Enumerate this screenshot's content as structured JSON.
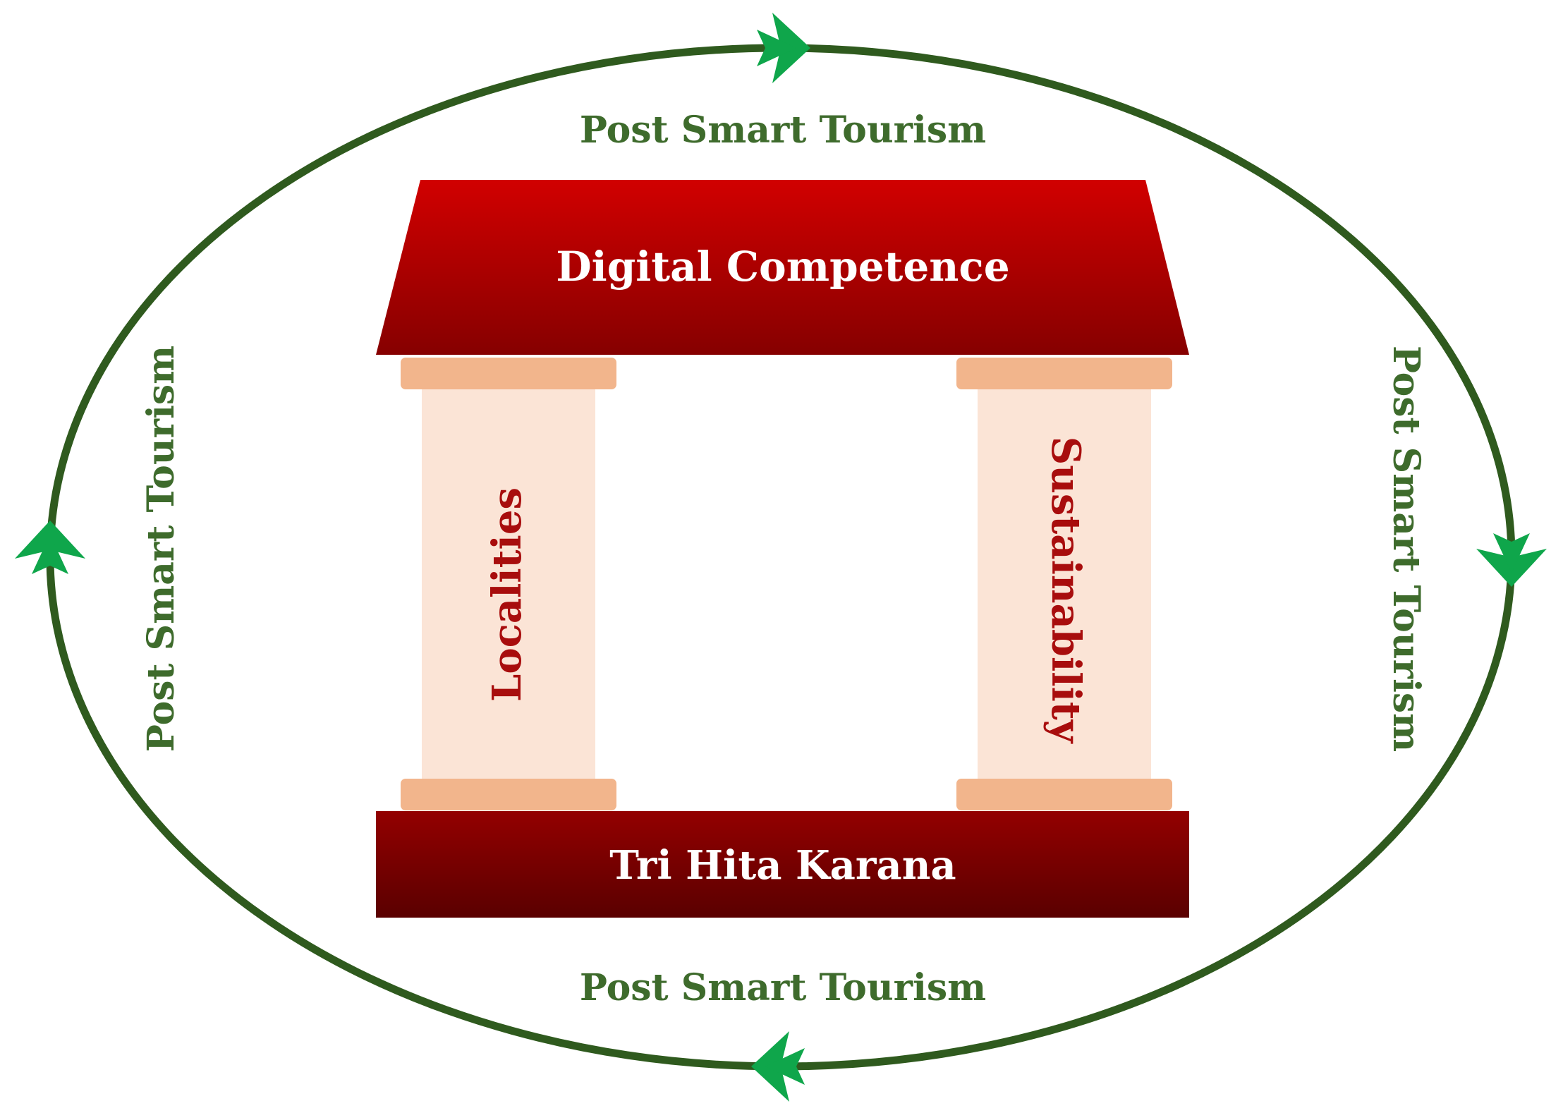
{
  "diagram": {
    "ring_labels": {
      "top": "Post Smart Tourism",
      "right": "Post Smart Tourism",
      "bottom": "Post Smart Tourism",
      "left": "Post Smart Tourism"
    },
    "roof_label": "Digital Competence",
    "left_pillar_label": "Localities",
    "right_pillar_label": "Sustainability",
    "base_label": "Tri Hita Karana",
    "colors": {
      "ring_stroke": "#2f5a1e",
      "ring_arrow": "#0fa64b",
      "ring_text": "#3e6b2c",
      "roof_top": "#d10000",
      "roof_bottom": "#8a0000",
      "base_top": "#8f0000",
      "base_bottom": "#5c0000",
      "pillar_body": "#fbe4d6",
      "pillar_cap": "#f2b58c",
      "pillar_text": "#a80d0d",
      "banner_text": "#ffffff"
    }
  }
}
